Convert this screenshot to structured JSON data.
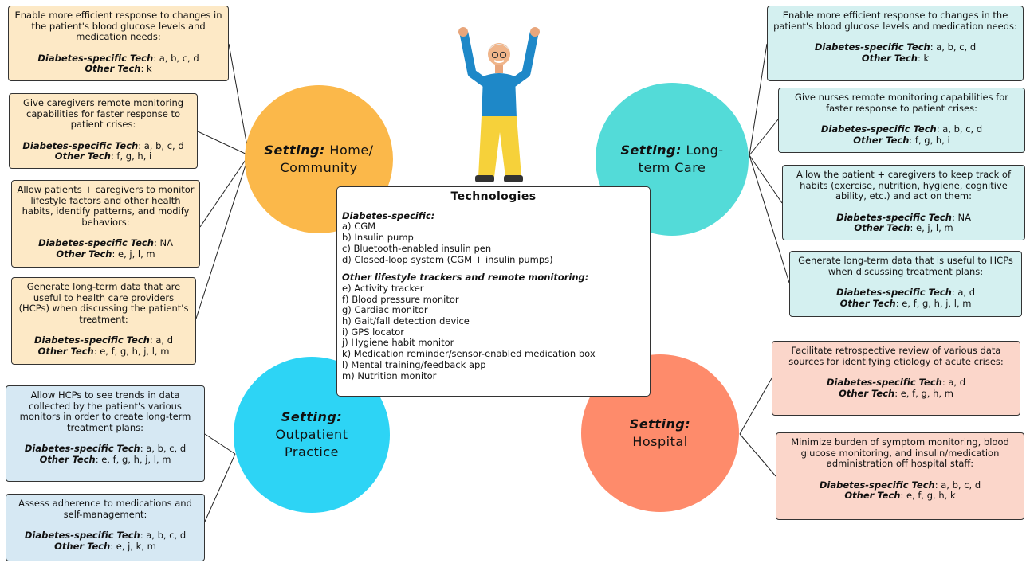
{
  "settings": {
    "home": {
      "prefix": "Setting:",
      "line1": "Home/",
      "line2": "Community",
      "color": "#fbb84a"
    },
    "longterm": {
      "prefix": "Setting:",
      "line1": "Long-",
      "line2": "term Care",
      "color": "#53dbd8"
    },
    "outpatient": {
      "prefix": "Setting:",
      "line1": "Outpatient",
      "line2": "Practice",
      "color": "#2dd4f5"
    },
    "hospital": {
      "prefix": "Setting:",
      "line1": "Hospital",
      "color": "#fe8b6b"
    }
  },
  "labels": {
    "diabetes": "Diabetes-specific Tech",
    "other": "Other Tech"
  },
  "boxes": {
    "home": [
      {
        "desc": "Enable more efficient response to changes in the patient's blood glucose levels and medication needs:",
        "diabetes": ": a, b, c, d",
        "other": ": k"
      },
      {
        "desc": "Give caregivers remote monitoring capabilities for faster response to patient crises:",
        "diabetes": ": a, b, c, d",
        "other": ": f, g, h, i"
      },
      {
        "desc": "Allow patients + caregivers to monitor lifestyle factors and other health habits, identify patterns, and modify behaviors:",
        "diabetes": ": NA",
        "other": ": e, j, l, m"
      },
      {
        "desc": "Generate long-term data that are useful to health care providers (HCPs) when discussing the patient's treatment:",
        "diabetes": ": a, d",
        "other": ": e, f, g, h, j, l, m"
      }
    ],
    "longterm": [
      {
        "desc": "Enable more efficient response to changes in the patient's blood glucose levels and medication needs:",
        "diabetes": ": a, b, c, d",
        "other": ": k"
      },
      {
        "desc": "Give nurses remote monitoring capabilities for faster response to patient crises:",
        "diabetes": ": a, b, c, d",
        "other": ": f, g, h, i"
      },
      {
        "desc": "Allow the patient + caregivers to keep track of habits (exercise, nutrition, hygiene, cognitive ability, etc.) and act on them:",
        "diabetes": ": NA",
        "other": ": e, j, l, m"
      },
      {
        "desc": "Generate long-term data that is useful to HCPs when discussing treatment plans:",
        "diabetes": ": a, d",
        "other": ": e, f, g, h, j, l, m"
      }
    ],
    "outpatient": [
      {
        "desc": "Allow HCPs to see trends in data collected by the patient's various monitors in order to create long-term treatment plans:",
        "diabetes": ": a, b, c, d",
        "other": ": e, f, g, h, j, l, m"
      },
      {
        "desc": "Assess adherence to medications and self-management:",
        "diabetes": ": a, b, c, d",
        "other": ": e, j, k, m"
      }
    ],
    "hospital": [
      {
        "desc": "Facilitate retrospective review of various data sources for identifying etiology of acute crises:",
        "diabetes": ": a, d",
        "other": ": e, f, g, h, m"
      },
      {
        "desc": "Minimize burden of symptom monitoring, blood glucose monitoring, and insulin/medication administration off hospital staff:",
        "diabetes": ": a, b, c, d",
        "other": ": e, f, g, h, k"
      }
    ]
  },
  "technologies": {
    "title": "Technologies",
    "diabetes_heading": "Diabetes-specific:",
    "diabetes_items": [
      "a) CGM",
      "b) Insulin pump",
      "c) Bluetooth-enabled insulin pen",
      "d) Closed-loop system (CGM + insulin pumps)"
    ],
    "other_heading": "Other lifestyle trackers and remote monitoring:",
    "other_items": [
      "e) Activity tracker",
      "f) Blood pressure monitor",
      "g) Cardiac monitor",
      "h) Gait/fall detection device",
      "i) GPS locator",
      "j) Hygiene habit monitor",
      "k) Medication reminder/sensor-enabled medication box",
      "l) Mental training/feedback app",
      "m) Nutrition monitor"
    ]
  },
  "figure": {
    "icon": "elderly-man-cheering-icon"
  }
}
